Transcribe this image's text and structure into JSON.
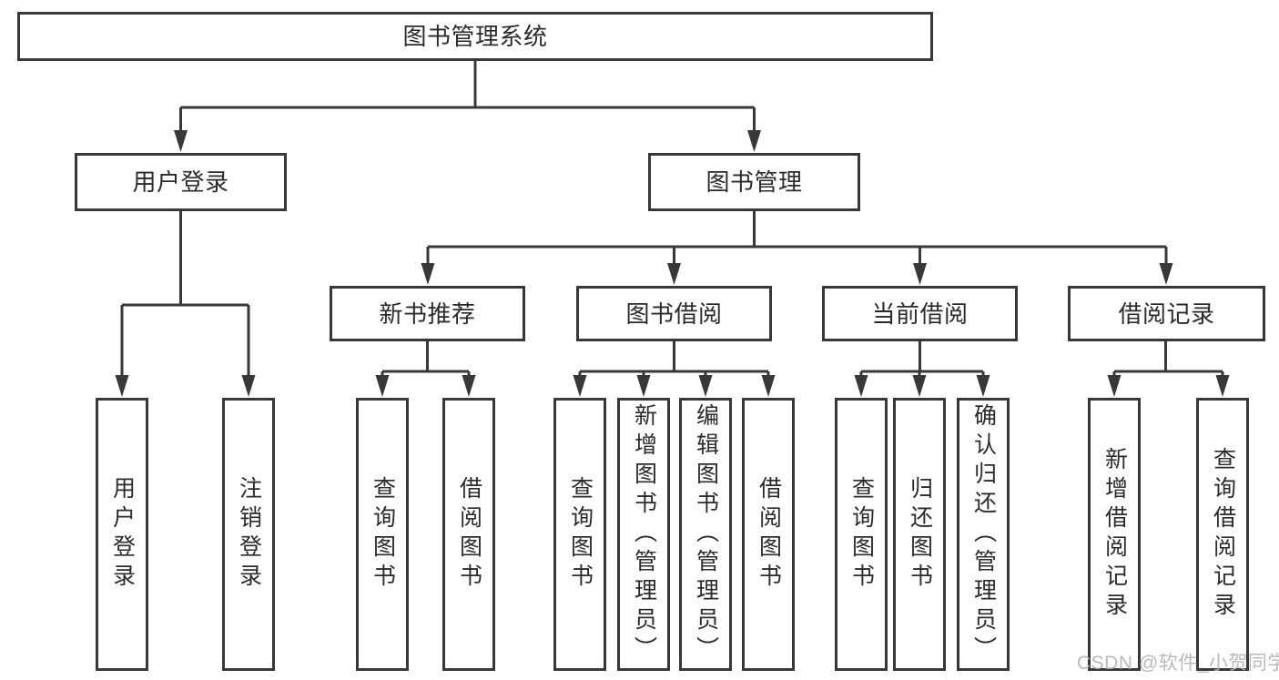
{
  "diagram_type": "hierarchy-tree",
  "colors": {
    "line": "#383838",
    "text": "#2b2b2b",
    "box_bg": "#ffffff",
    "page_bg": "#ffffff",
    "watermark": "#b2b2b2"
  },
  "tree": {
    "label": "图书管理系统",
    "children": [
      {
        "label": "用户登录",
        "children": [
          {
            "label": "用户登录"
          },
          {
            "label": "注销登录"
          }
        ]
      },
      {
        "label": "图书管理",
        "children": [
          {
            "label": "新书推荐",
            "children": [
              {
                "label": "查询图书"
              },
              {
                "label": "借阅图书"
              }
            ]
          },
          {
            "label": "图书借阅",
            "children": [
              {
                "label": "查询图书"
              },
              {
                "label": "新增图书（管理员）"
              },
              {
                "label": "编辑图书（管理员）"
              },
              {
                "label": "借阅图书"
              }
            ]
          },
          {
            "label": "当前借阅",
            "children": [
              {
                "label": "查询图书"
              },
              {
                "label": "归还图书"
              },
              {
                "label": "确认归还（管理员）"
              }
            ]
          },
          {
            "label": "借阅记录",
            "children": [
              {
                "label": "新增借阅记录"
              },
              {
                "label": "查询借阅记录"
              }
            ]
          }
        ]
      }
    ]
  },
  "watermark": "CSDN @软件_小贺同学"
}
